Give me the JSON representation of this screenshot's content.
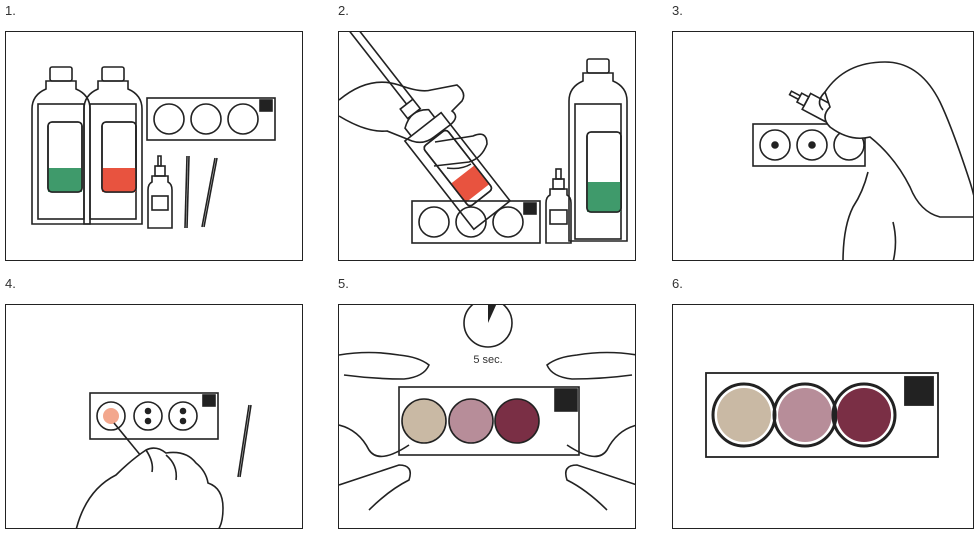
{
  "steps": [
    {
      "number": "1."
    },
    {
      "number": "2."
    },
    {
      "number": "3."
    },
    {
      "number": "4."
    },
    {
      "number": "5.",
      "timer_label": "5 sec."
    },
    {
      "number": "6."
    }
  ],
  "colors": {
    "outline": "#222222",
    "green_label": "#3f9a6b",
    "red_label": "#e8533f",
    "sample_beige": "#c9b9a4",
    "sample_pink": "#b78d99",
    "sample_purple": "#7a2f45",
    "drop_orange": "#f3a78d"
  }
}
